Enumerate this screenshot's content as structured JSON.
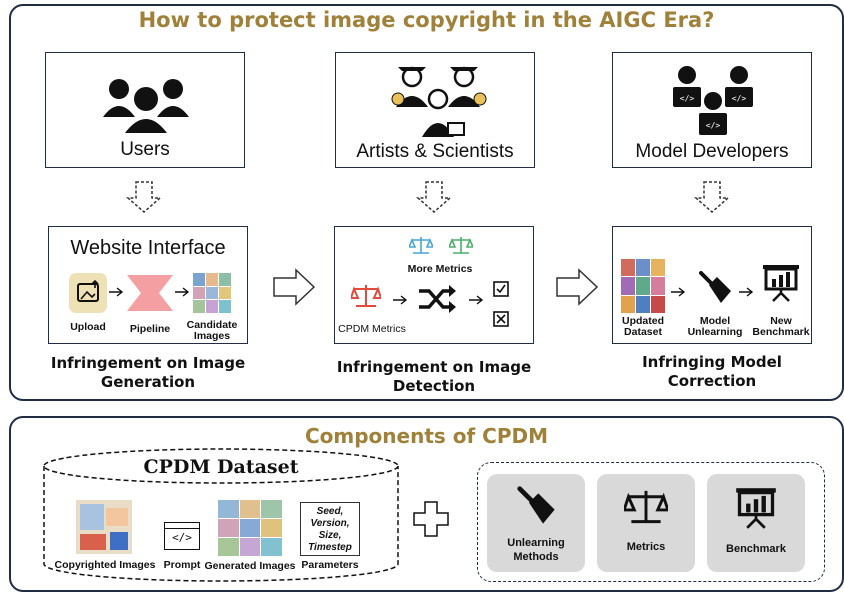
{
  "top": {
    "title": "How to protect image copyright in the AIGC Era?",
    "stakeholders": [
      {
        "label": "Users"
      },
      {
        "label": "Artists & Scientists"
      },
      {
        "label": "Model Developers"
      }
    ],
    "generation": {
      "heading": "Website Interface",
      "upload": "Upload",
      "pipeline": "Pipeline",
      "candidate": [
        "Candidate",
        "Images"
      ],
      "caption": [
        "Infringement on Image",
        "Generation"
      ]
    },
    "detection": {
      "more_metrics": "More Metrics",
      "cpdm_metrics": "CPDM Metrics",
      "caption": [
        "Infringement on Image",
        "Detection"
      ]
    },
    "correction": {
      "updated": [
        "Updated",
        "Dataset"
      ],
      "unlearning": [
        "Model",
        "Unlearning"
      ],
      "benchmark": [
        "New",
        "Benchmark"
      ],
      "caption": [
        "Infringing Model",
        "Correction"
      ]
    }
  },
  "bottom": {
    "title": "Components of CPDM",
    "dataset": {
      "title": "CPDM Dataset",
      "copyrighted": "Copyrighted Images",
      "prompt": "Prompt",
      "generated": "Generated Images",
      "parameters": "Parameters",
      "param_lines": [
        "Seed,",
        "Version,",
        "Size,",
        "Timestep"
      ]
    },
    "components": [
      {
        "label": [
          "Unlearning",
          "Methods"
        ]
      },
      {
        "label": [
          "Metrics"
        ]
      },
      {
        "label": [
          "Benchmark"
        ]
      }
    ]
  },
  "colors": {
    "frame": "#1f2d45",
    "title": "#a0813a",
    "pipeline": "#f4a0a3",
    "upload_bg": "#efe1b6",
    "metric_red": "#e24b3b",
    "metric_blue": "#4aa6d8",
    "metric_green": "#4bb06b",
    "component_bg": "#d9d9d9"
  }
}
